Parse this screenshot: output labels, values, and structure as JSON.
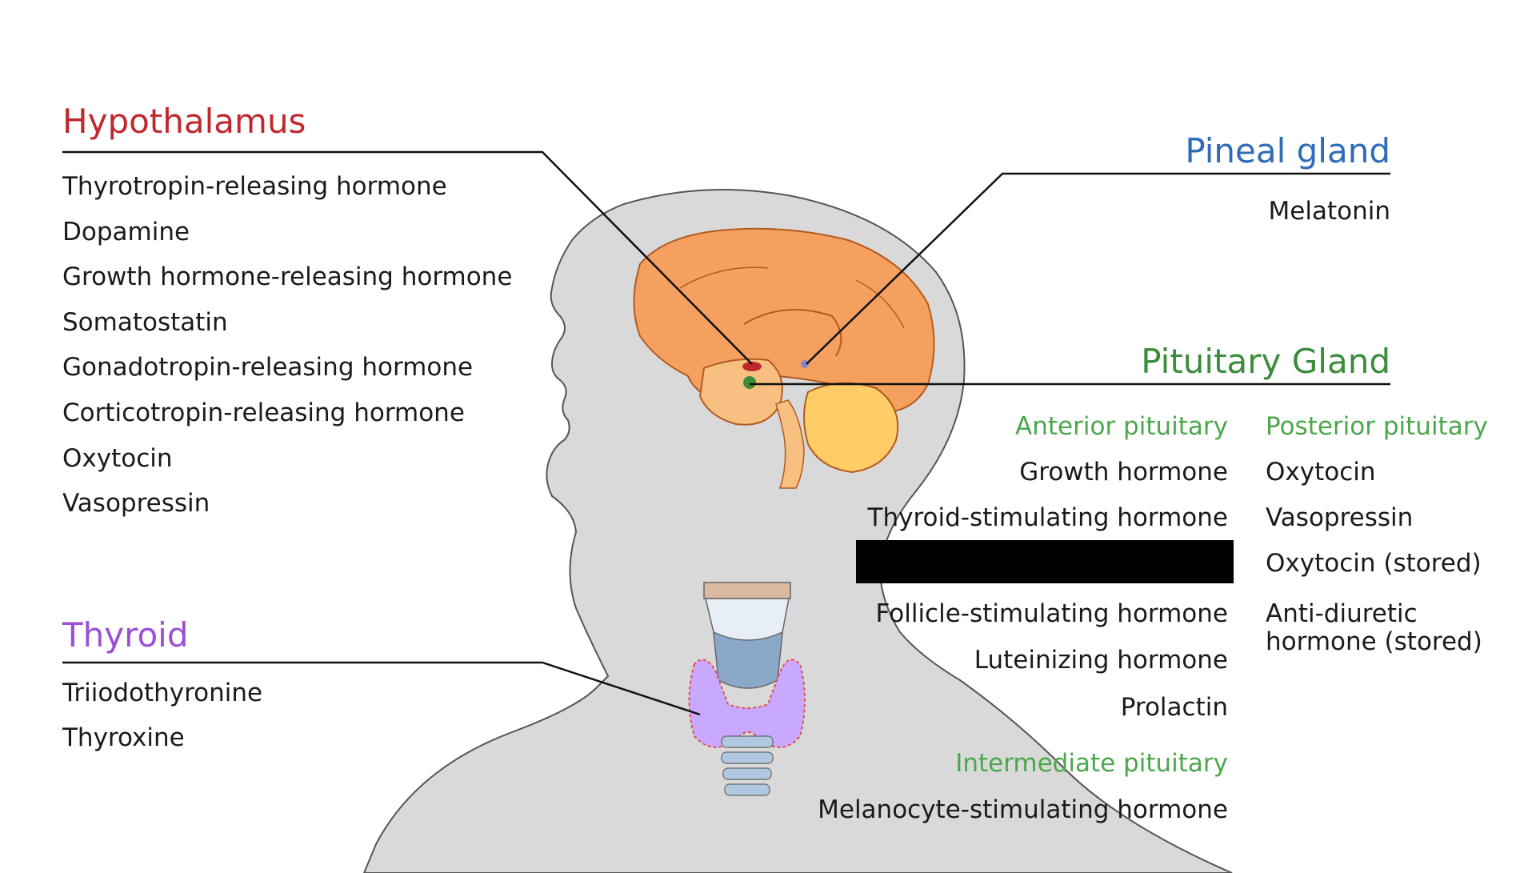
{
  "colors": {
    "hypothalamus": "#c0282d",
    "pineal": "#2e6bb8",
    "pituitary": "#3b8c3b",
    "pituitary_sub": "#4aa84a",
    "thyroid": "#9b4fd6",
    "body": "#d9d9d9",
    "brain": "#f5a05f",
    "cerebellum": "#ffcc66",
    "thyroid_gland": "#c9a8ff"
  },
  "icons": [
    "head-silhouette-icon",
    "brain-icon",
    "thyroid-gland-icon"
  ],
  "hypothalamus": {
    "title": "Hypothalamus",
    "items": [
      "Thyrotropin-releasing hormone",
      "Dopamine",
      "Growth hormone-releasing hormone",
      "Somatostatin",
      "Gonadotropin-releasing hormone",
      "Corticotropin-releasing hormone",
      "Oxytocin",
      "Vasopressin"
    ]
  },
  "thyroid": {
    "title": "Thyroid",
    "items": [
      "Triiodothyronine",
      "Thyroxine"
    ]
  },
  "pineal": {
    "title": "Pineal gland",
    "items": [
      "Melatonin"
    ]
  },
  "pituitary": {
    "title": "Pituitary Gland",
    "anterior": {
      "title": "Anterior pituitary",
      "items": [
        "Growth hormone",
        "Thyroid-stimulating hormone",
        "",
        "Follicle-stimulating hormone",
        "Luteinizing hormone",
        "Prolactin"
      ]
    },
    "intermediate": {
      "title": "Intermediate pituitary",
      "items": [
        "Melanocyte-stimulating hormone"
      ]
    },
    "posterior": {
      "title": "Posterior pituitary",
      "items": [
        "Oxytocin",
        "Vasopressin",
        "Oxytocin (stored)",
        "Anti-diuretic",
        "hormone (stored)"
      ]
    }
  }
}
